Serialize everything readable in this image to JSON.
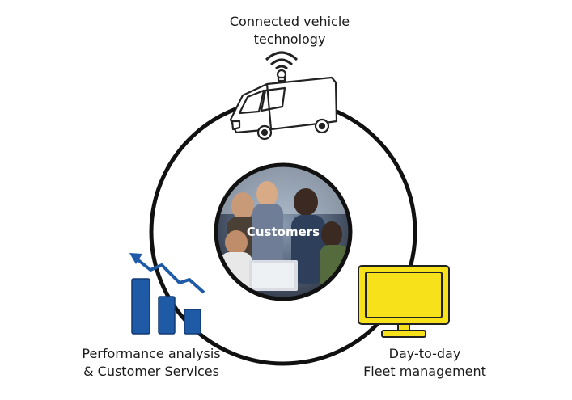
{
  "nodes": {
    "top": {
      "line1": "Connected vehicle",
      "line2": "technology"
    },
    "center": {
      "label": "Customers"
    },
    "left": {
      "line1": "Performance analysis",
      "line2": "& Customer Services"
    },
    "right": {
      "line1": "Day-to-day",
      "line2": "Fleet management"
    }
  },
  "icons": {
    "top": "connected-van-icon",
    "left": "declining-bar-chart-icon",
    "right": "monitor-icon"
  },
  "colors": {
    "ring": "#111111",
    "chart_blue": "#1f5aa6",
    "monitor_yellow": "#f7e11a",
    "monitor_outline": "#222222"
  }
}
